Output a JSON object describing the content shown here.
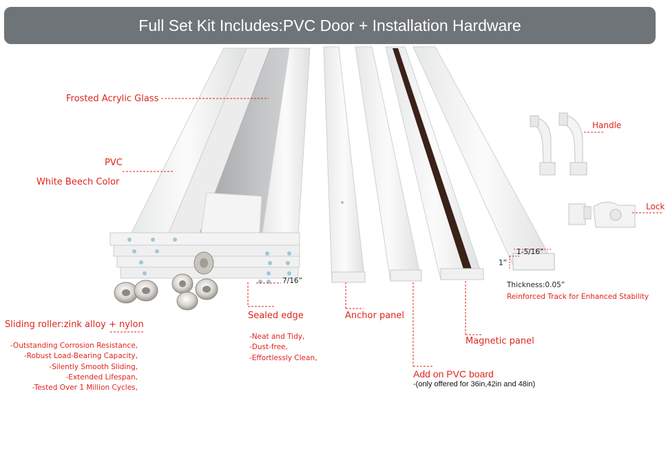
{
  "banner": {
    "title": "Full Set Kit Includes:PVC Door + Installation Hardware"
  },
  "labels": {
    "frosted_glass": "Frosted Acrylic Glass",
    "pvc": "PVC",
    "white_beech": "White Beech Color",
    "handle": "Handle",
    "lock": "Lock",
    "thickness_size": "7/16”",
    "track_width": "1-5/16”",
    "track_height": "1”",
    "thickness": "Thickness:0.05”",
    "reinforced_track": "Reinforced Track for Enhanced Stability",
    "sliding_roller": "Sliding roller:zink alloy + nylon",
    "sealed_edge": "Sealed edge",
    "anchor_panel": "Anchor panel",
    "magnetic_panel": "Magnetic panel",
    "add_on": "Add on PVC board",
    "add_on_note": "-(only offered for 36in,42in and 48in)"
  },
  "roller_features": [
    "-Outstanding Corrosion Resistance,",
    "-Robust Load-Bearing Capacity,",
    "-Silently Smooth Sliding,",
    "-Extended Lifespan,",
    "-Tested Over 1 Million Cycles,"
  ],
  "edge_features": [
    "-Neat and Tidy,",
    "-Dust-free,",
    "-Effortlessly Clean,"
  ],
  "colors": {
    "banner": "#6f7478",
    "label_red": "#e0231c",
    "panel": "#f1f2f2",
    "glass": "#b9bbbc",
    "magnet": "#3a2218"
  }
}
